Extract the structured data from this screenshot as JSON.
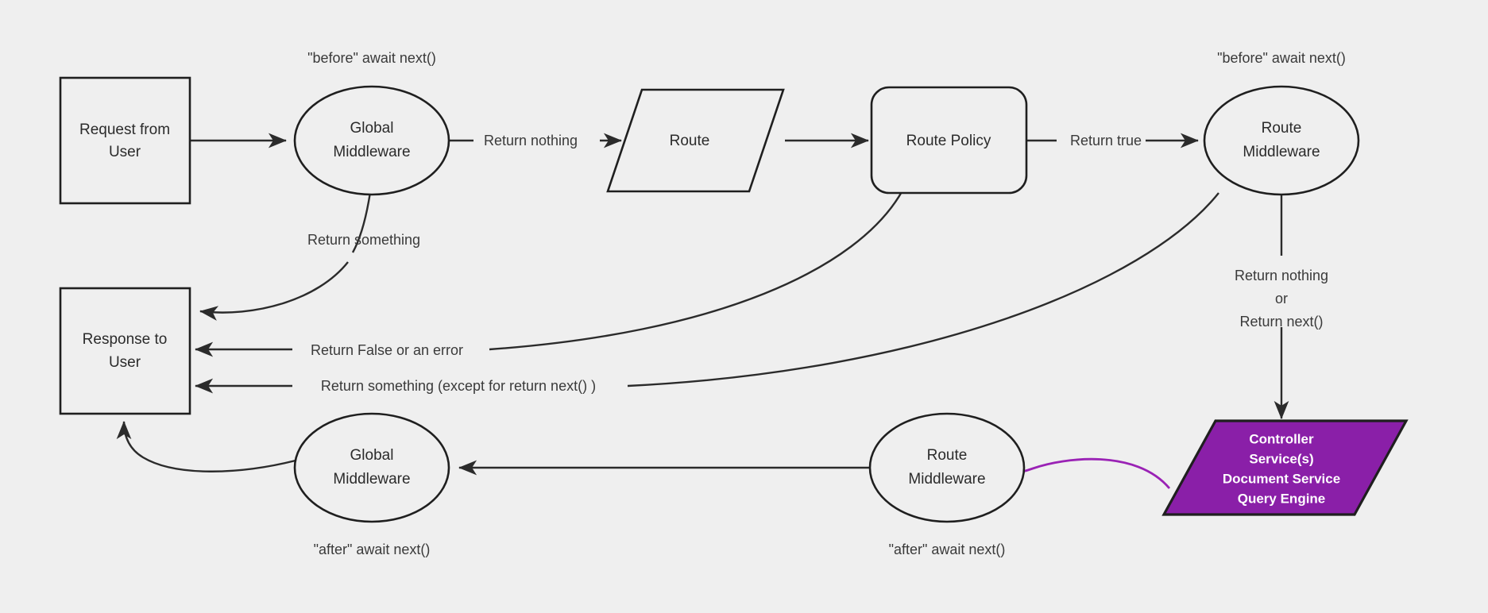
{
  "diagram": {
    "background_color": "#efefef",
    "stroke_color": "#2b2b2b",
    "accent_color": "#8a1fa8",
    "nodes": {
      "request_from_user": {
        "line1": "Request from",
        "line2": "User",
        "shape": "rectangle"
      },
      "global_middleware_top": {
        "line1": "Global",
        "line2": "Middleware",
        "shape": "ellipse"
      },
      "route": {
        "line1": "Route",
        "shape": "parallelogram"
      },
      "route_policy": {
        "line1": "Route Policy",
        "shape": "rounded-rectangle"
      },
      "route_middleware_top": {
        "line1": "Route",
        "line2": "Middleware",
        "shape": "ellipse"
      },
      "response_to_user": {
        "line1": "Response to",
        "line2": "User",
        "shape": "rectangle"
      },
      "global_middleware_bottom": {
        "line1": "Global",
        "line2": "Middleware",
        "shape": "ellipse"
      },
      "route_middleware_bottom": {
        "line1": "Route",
        "line2": "Middleware",
        "shape": "ellipse"
      },
      "controller_services": {
        "line1": "Controller",
        "line2": "Service(s)",
        "line3": "Document Service",
        "line4": "Query Engine",
        "shape": "parallelogram",
        "fill": "#8a1fa8",
        "text_color": "#ffffff"
      }
    },
    "annotations": {
      "before_await_next_global": "\"before\" await next()",
      "before_await_next_route": "\"before\" await next()",
      "after_await_next_global": "\"after\" await next()",
      "after_await_next_route": "\"after\" await next()"
    },
    "edge_labels": {
      "request_to_global": "",
      "global_to_route": "Return nothing",
      "route_to_policy": "",
      "policy_to_route_middleware": "Return true",
      "global_return_something": "Return something",
      "policy_return_false": "Return False or an error",
      "route_mw_return_something": "Return something (except for return next() )",
      "route_mw_to_controller_1": "Return nothing",
      "route_mw_to_controller_2": "or",
      "route_mw_to_controller_3": "Return next()",
      "controller_to_route_mw_bottom": "",
      "route_mw_bottom_to_global_mw_bottom": "",
      "global_mw_bottom_to_response": ""
    }
  }
}
